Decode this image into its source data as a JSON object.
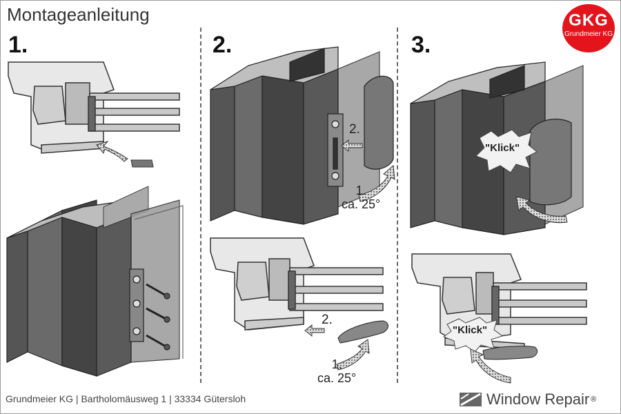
{
  "title": "Montageanleitung",
  "logo": {
    "letters": "GKG",
    "subtitle": "Grundmeier KG"
  },
  "steps": [
    "1.",
    "2.",
    "3."
  ],
  "labels": {
    "step2_top_move": "2.",
    "step2_top_angle": "1.\nca. 25°",
    "step2_bottom_move": "2.",
    "step2_bottom_angle": "1.\nca. 25°",
    "klick": "\"Klick\""
  },
  "footer": {
    "address": "Grundmeier KG | Bartholomäusweg 1 | 33334 Gütersloh"
  },
  "brand": {
    "name": "Window Repair",
    "mark": "®"
  },
  "colors": {
    "logo_red": "#e3141b"
  }
}
